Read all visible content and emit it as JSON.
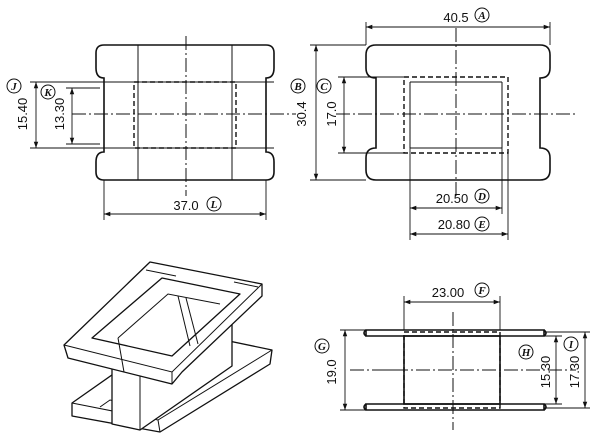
{
  "top_view_left": {
    "dimensions": {
      "outer_height": "15.40",
      "inner_height": "13.30",
      "width": "37.0"
    },
    "tags": {
      "outer_height": "J",
      "inner_height": "K",
      "width": "L"
    }
  },
  "top_view_right": {
    "dimensions": {
      "overall_width": "40.5",
      "overall_height": "30.4",
      "inner_height": "17.0",
      "inner_width_1": "20.50",
      "inner_width_2": "20.80"
    },
    "tags": {
      "overall_width": "A",
      "overall_height": "B",
      "inner_height": "C",
      "inner_width_1": "D",
      "inner_width_2": "E"
    }
  },
  "side_view": {
    "dimensions": {
      "overall_width": "23.00",
      "height": "19.0",
      "inner_height": "15.30",
      "outer_height": "17.30"
    },
    "tags": {
      "overall_width": "F",
      "height": "G",
      "inner_height": "H",
      "outer_height": "I"
    }
  }
}
